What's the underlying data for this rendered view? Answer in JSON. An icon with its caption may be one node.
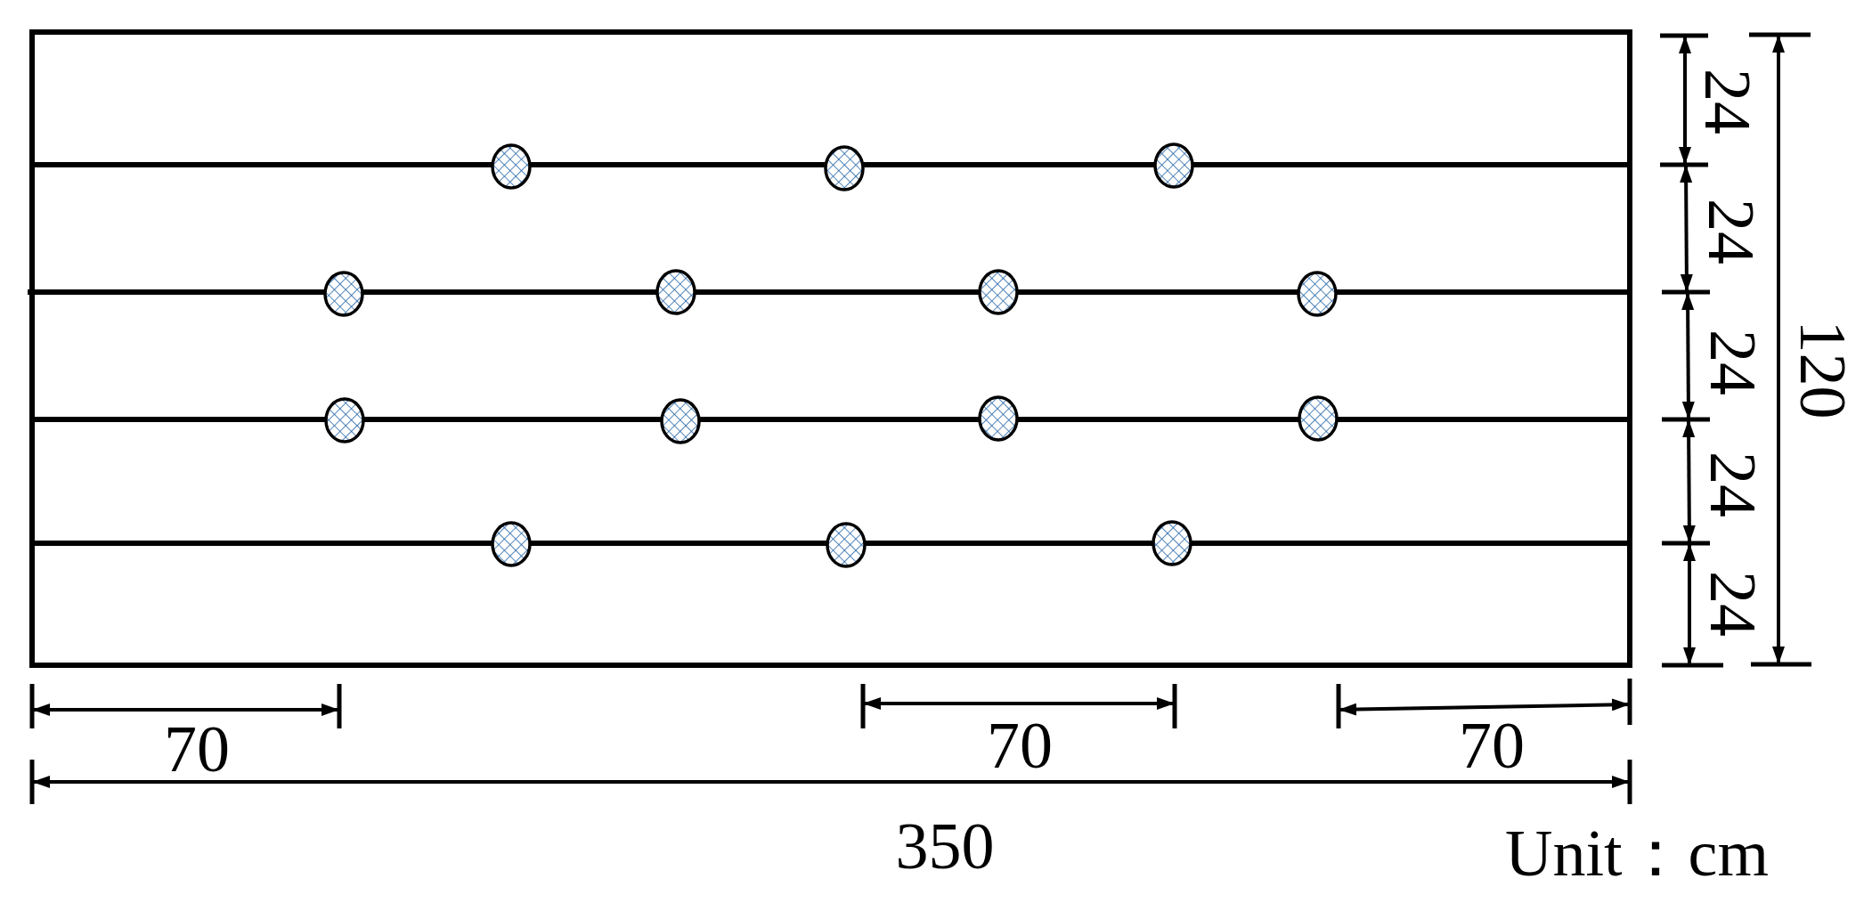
{
  "diagram": {
    "labels": [
      "24",
      "24",
      "24",
      "24",
      "24",
      "120",
      "70",
      "70",
      "70",
      "350",
      "Unit：cm"
    ]
  }
}
